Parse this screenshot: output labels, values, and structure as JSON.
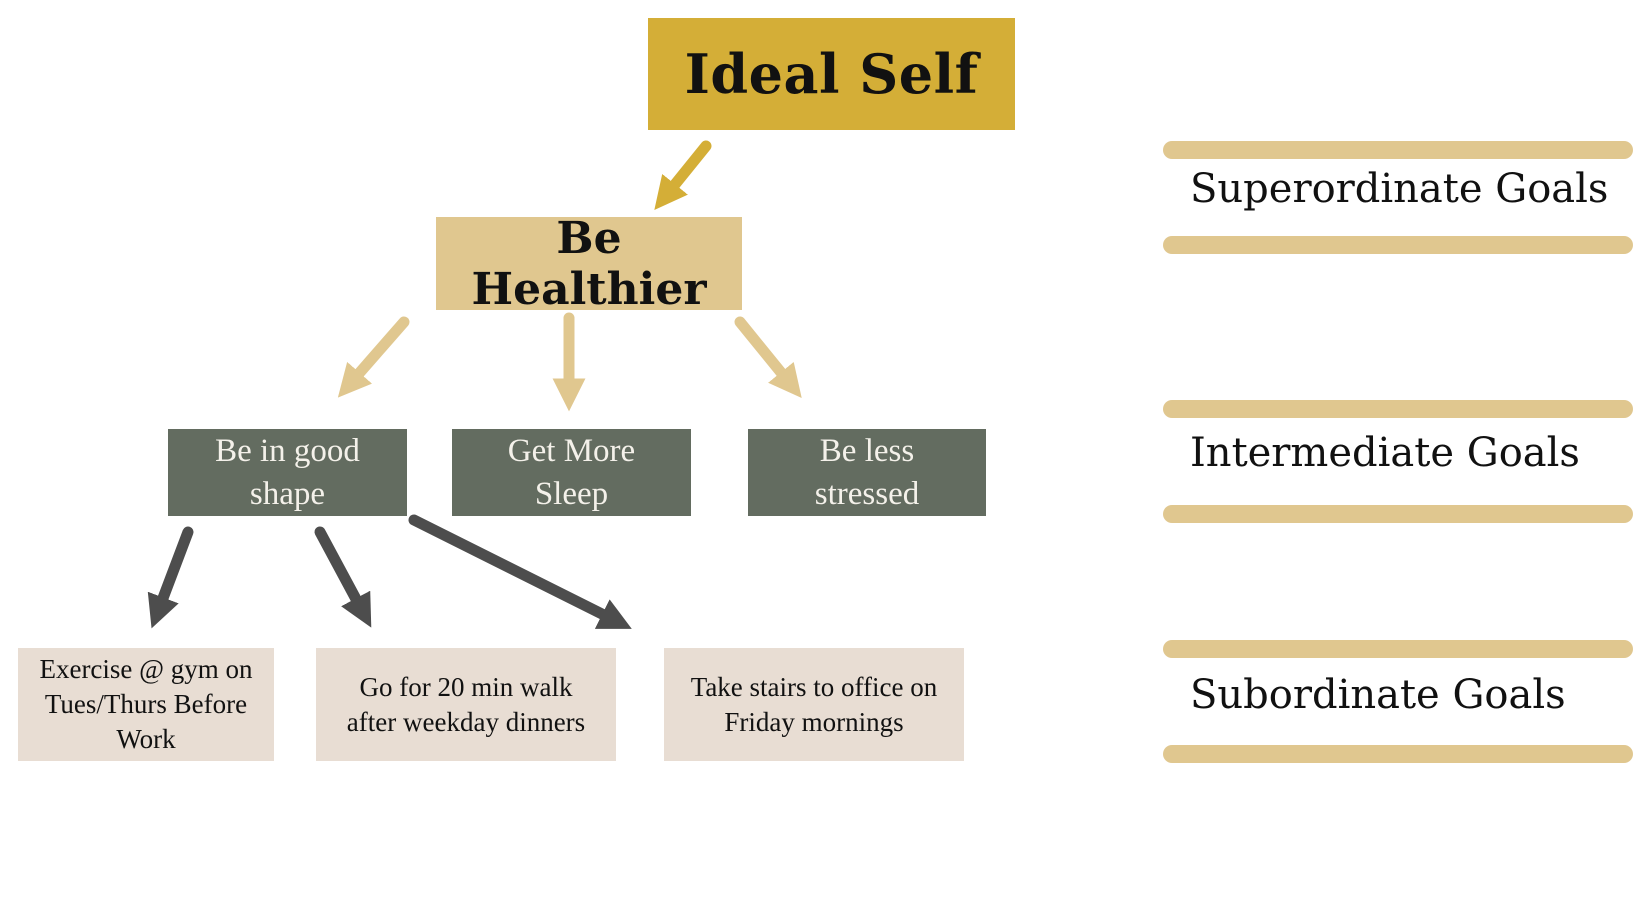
{
  "diagram": {
    "ideal_self": "Ideal Self",
    "be_healthier": "Be Healthier",
    "intermediate": [
      {
        "line1": "Be in good",
        "line2": "shape"
      },
      {
        "line1": "Get More",
        "line2": "Sleep"
      },
      {
        "line1": "Be less",
        "line2": "stressed"
      }
    ],
    "subordinate": [
      {
        "line1": "Exercise @ gym on",
        "line2": "Tues/Thurs Before",
        "line3": "Work"
      },
      {
        "line1": "Go for 20 min walk",
        "line2": "after weekday dinners"
      },
      {
        "line1": "Take stairs to office on",
        "line2": "Friday mornings"
      }
    ]
  },
  "legend": {
    "superordinate": "Superordinate Goals",
    "intermediate": "Intermediate Goals",
    "subordinate": "Subordinate Goals"
  },
  "colors": {
    "ideal_box": "#d4ae37",
    "superordinate_box": "#e0c78f",
    "intermediate_box": "#636c60",
    "subordinate_box": "#e8ddd3",
    "dark_arrow": "#4d4d4d"
  }
}
